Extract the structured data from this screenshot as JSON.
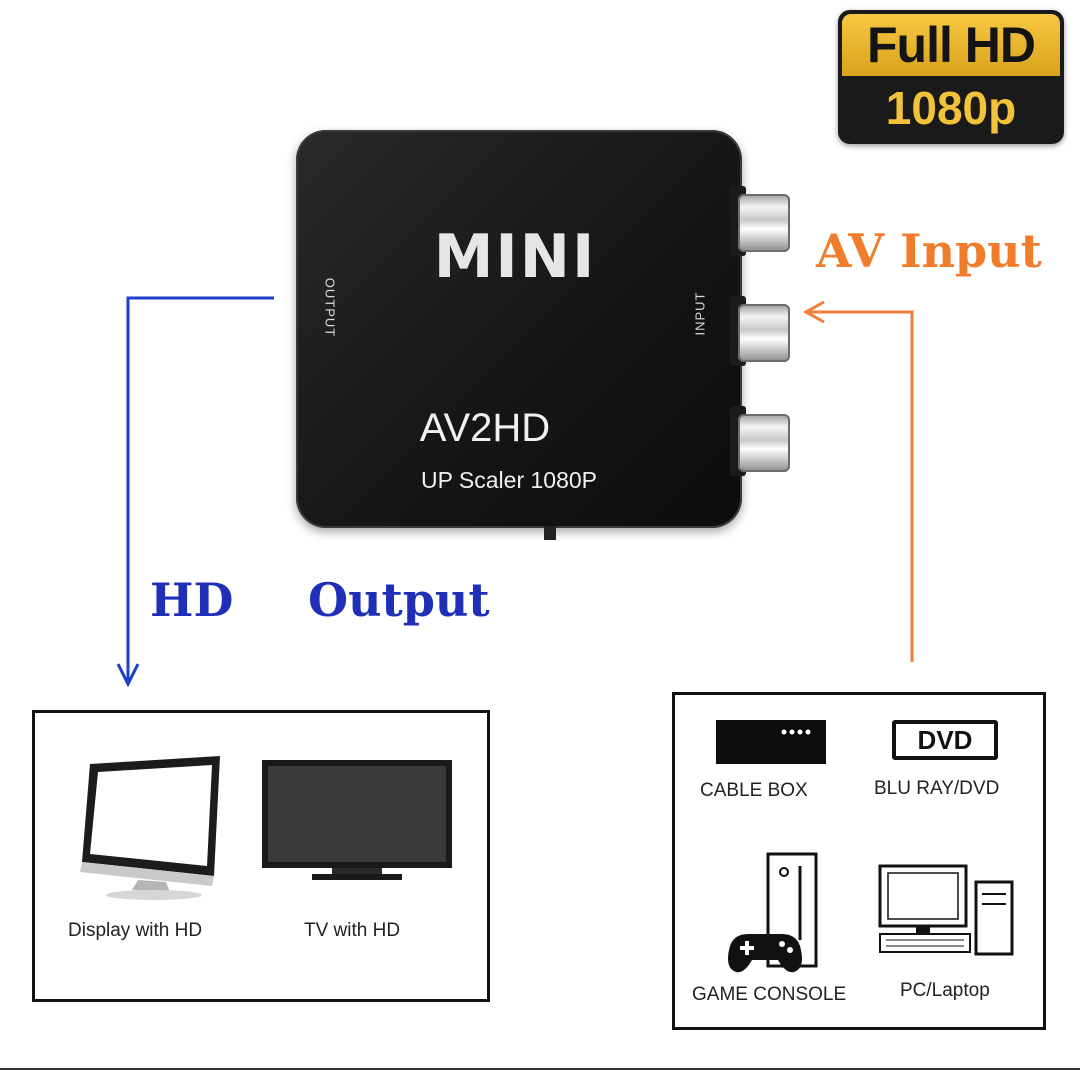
{
  "badge": {
    "line1": "Full HD",
    "line2": "1080p"
  },
  "device": {
    "brand": "MINI",
    "model": "AV2HD",
    "subtitle": "UP Scaler 1080P",
    "output_port_label": "OUTPUT",
    "input_port_label": "INPUT"
  },
  "labels": {
    "av_input": "AV Input",
    "hd": "HD",
    "output": "Output"
  },
  "output_devices": [
    {
      "caption": "Display with HD"
    },
    {
      "caption": "TV with HD"
    }
  ],
  "input_devices": [
    {
      "caption": "CABLE BOX"
    },
    {
      "caption": "BLU RAY/DVD",
      "badge": "DVD"
    },
    {
      "caption": "GAME CONSOLE"
    },
    {
      "caption": "PC/Laptop"
    }
  ],
  "colors": {
    "output_arrow": "#1f3fc8",
    "input_arrow": "#f07d3c",
    "badge_gold": "#f2c23a"
  }
}
